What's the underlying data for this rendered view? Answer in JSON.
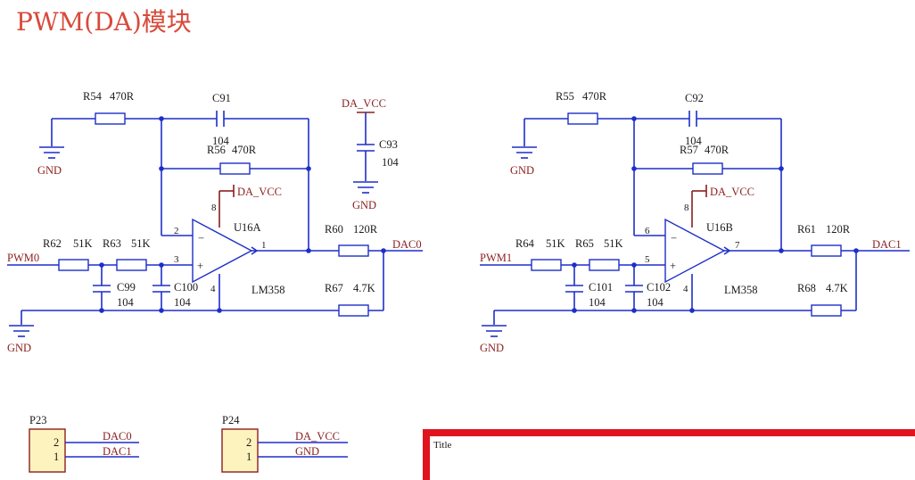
{
  "title": "PWM(DA)模块",
  "nets": {
    "gnd": "GND",
    "da_vcc": "DA_VCC",
    "pwm0": "PWM0",
    "pwm1": "PWM1",
    "dac0": "DAC0",
    "dac1": "DAC1"
  },
  "left": {
    "r54": "R54",
    "r54v": "470R",
    "c91": "C91",
    "c91v": "104",
    "r56": "R56",
    "r56v": "470R",
    "c93": "C93",
    "c93v": "104",
    "u": "U16A",
    "opamp": "LM358",
    "pin_inv": "2",
    "pin_noninv": "3",
    "pin_out": "1",
    "pin_v": "8",
    "pin_g": "4",
    "r60": "R60",
    "r60v": "120R",
    "r62": "R62",
    "r62v": "51K",
    "r63": "R63",
    "r63v": "51K",
    "c99": "C99",
    "c99v": "104",
    "c100": "C100",
    "c100v": "104",
    "r67": "R67",
    "r67v": "4.7K"
  },
  "right": {
    "r55": "R55",
    "r55v": "470R",
    "c92": "C92",
    "c92v": "104",
    "r57": "R57",
    "r57v": "470R",
    "u": "U16B",
    "opamp": "LM358",
    "pin_inv": "6",
    "pin_noninv": "5",
    "pin_out": "7",
    "pin_v": "8",
    "pin_g": "4",
    "r61": "R61",
    "r61v": "120R",
    "r64": "R64",
    "r64v": "51K",
    "r65": "R65",
    "r65v": "51K",
    "c101": "C101",
    "c101v": "104",
    "c102": "C102",
    "c102v": "104",
    "r68": "R68",
    "r68v": "4.7K"
  },
  "connectors": {
    "p23": "P23",
    "p24": "P24",
    "pin2": "2",
    "pin1": "1"
  },
  "title_block": {
    "label": "Title"
  },
  "colors": {
    "wire": "#1d2fc8",
    "net_label": "#8b1e1e",
    "title": "#d84a3a",
    "frame": "#e0141e",
    "part_fill": "#fdf3bf"
  }
}
